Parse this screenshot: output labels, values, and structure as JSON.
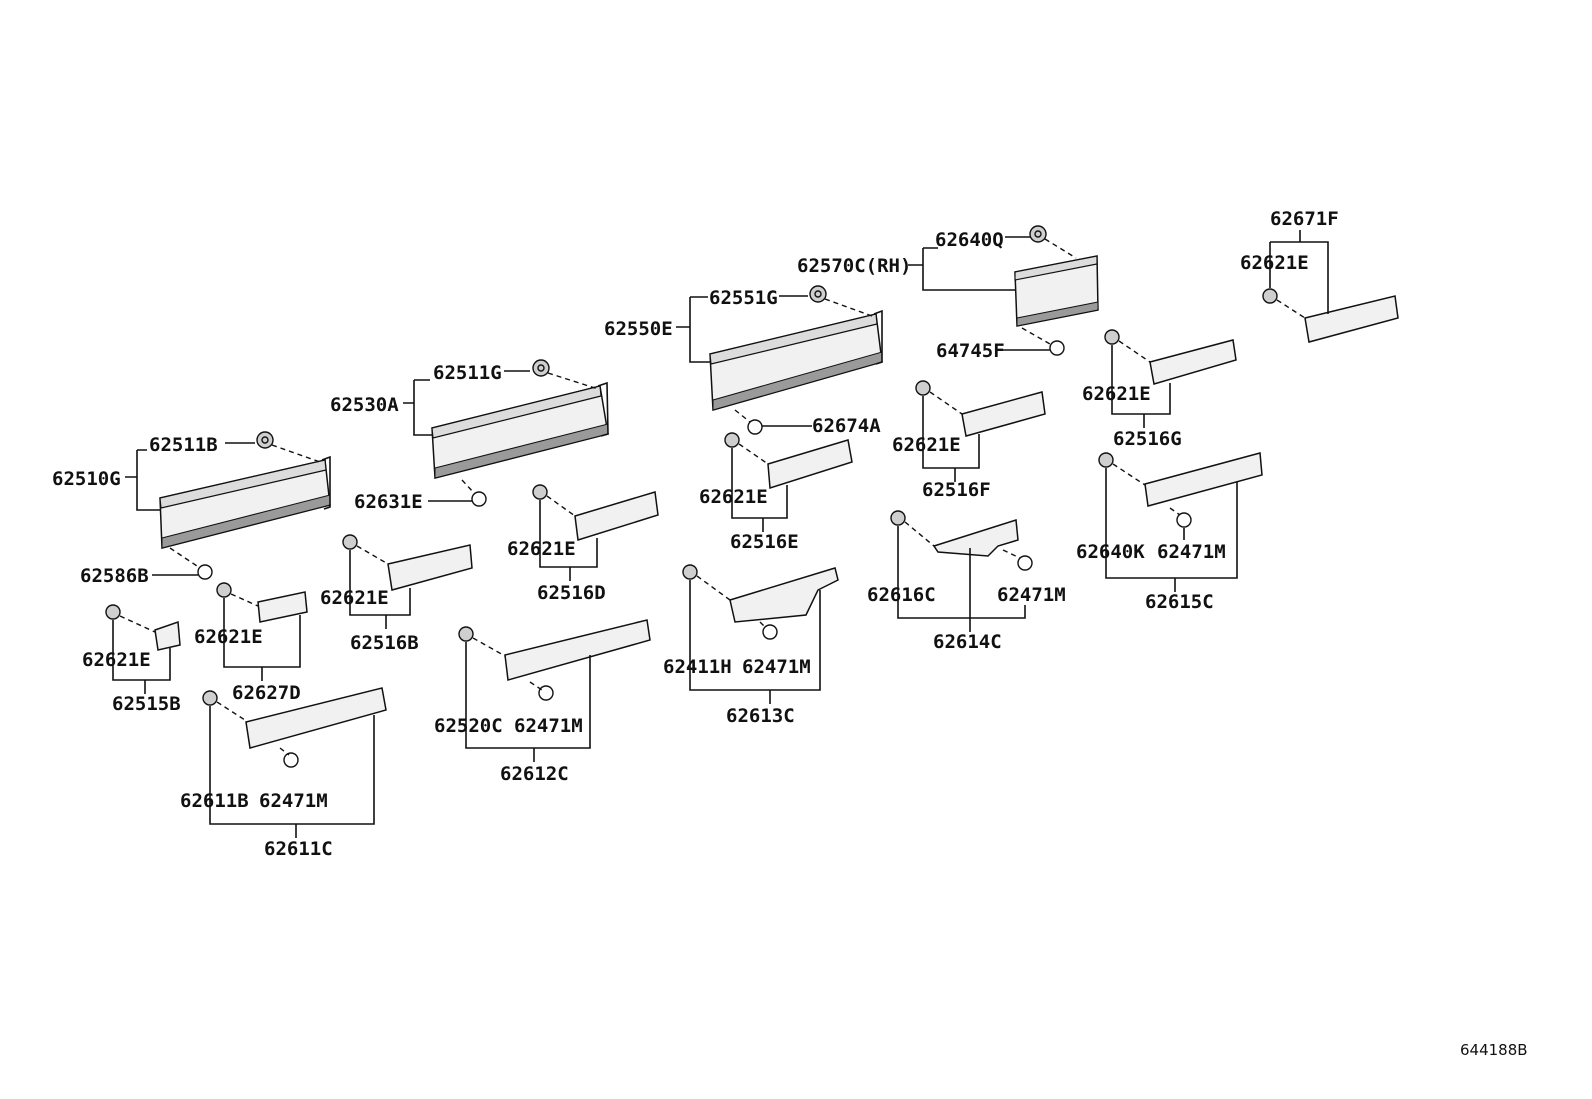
{
  "diagram_code": "644188B",
  "labels": {
    "l01": "62510G",
    "l02": "62511B",
    "l03": "62586B",
    "l04": "62621E",
    "l05": "62515B",
    "l06": "62621E",
    "l07": "62627D",
    "l08": "62611B",
    "l09": "62471M",
    "l10": "62611C",
    "l11": "62530A",
    "l12": "62511G",
    "l13": "62631E",
    "l14": "62621E",
    "l15": "62516B",
    "l16": "62621E",
    "l17": "62516D",
    "l18": "62520C",
    "l19": "62471M",
    "l20": "62612C",
    "l21": "62550E",
    "l22": "62551G",
    "l23": "62674A",
    "l24": "62621E",
    "l25": "62516E",
    "l26": "62411H",
    "l27": "62471M",
    "l28": "62613C",
    "l29": "62570C(RH)",
    "l30": "62640Q",
    "l31": "64745F",
    "l32": "62621E",
    "l33": "62516F",
    "l34": "62616C",
    "l35": "62471M",
    "l36": "62614C",
    "l37": "62621E",
    "l38": "62516G",
    "l39": "62640K",
    "l40": "62471M",
    "l41": "62615C",
    "l42": "62671F",
    "l43": "62621E"
  }
}
